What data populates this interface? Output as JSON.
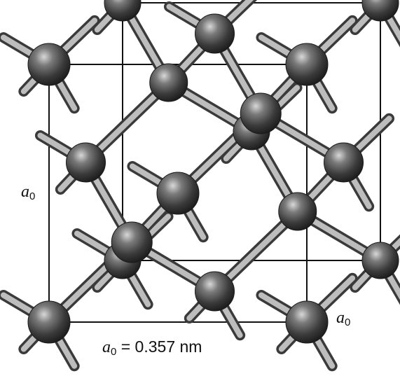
{
  "labels": {
    "left": {
      "symbol": "a",
      "subscript": "0"
    },
    "right": {
      "symbol": "a",
      "subscript": "0"
    },
    "bottom": {
      "symbol": "a",
      "subscript": "0",
      "equals_text": "= 0.357 nm"
    }
  },
  "colors": {
    "atom_dark": "#1a1a1a",
    "atom_mid": "#4a4a4a",
    "atom_highlight": "#d8d8d8",
    "bond_dark": "#3a3a3a",
    "bond_light": "#bdbdbd",
    "cube_edge": "#111111",
    "background": "#ffffff"
  }
}
